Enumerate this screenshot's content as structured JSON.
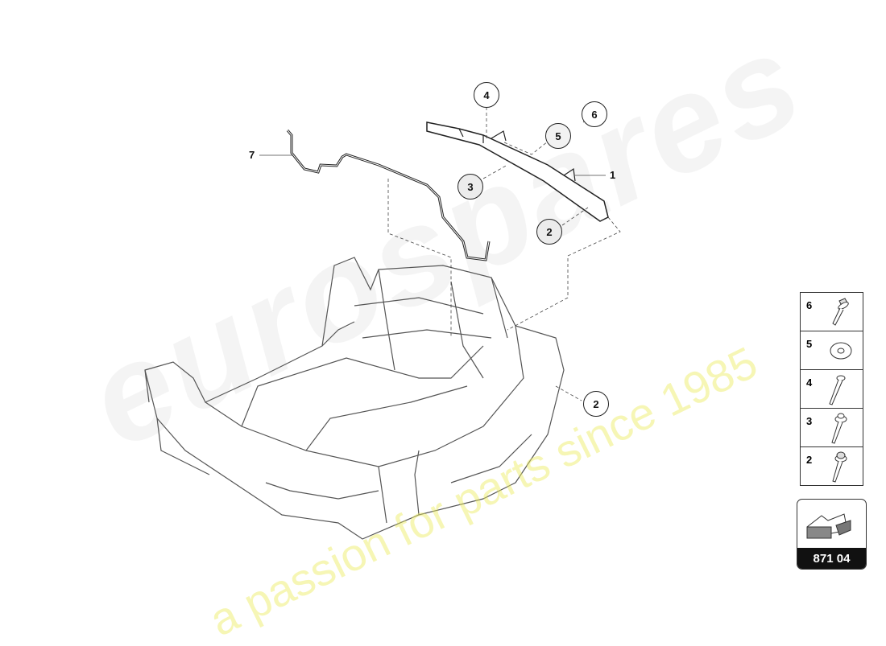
{
  "watermark": {
    "brand": "eurospares",
    "tagline": "a passion for parts since 1985"
  },
  "callouts": {
    "c1": "1",
    "c2a": "2",
    "c2b": "2",
    "c3": "3",
    "c4": "4",
    "c5": "5",
    "c6": "6",
    "c7": "7"
  },
  "legend": {
    "items": [
      {
        "number": "6",
        "icon": "flange-bolt-icon"
      },
      {
        "number": "5",
        "icon": "washer-icon"
      },
      {
        "number": "4",
        "icon": "hex-bolt-icon"
      },
      {
        "number": "3",
        "icon": "collar-bolt-icon"
      },
      {
        "number": "2",
        "icon": "torx-bolt-icon"
      }
    ]
  },
  "reference": {
    "code": "871 04",
    "icon": "arrow-direction-icon"
  },
  "colors": {
    "line": "#222222",
    "callout_fill_grey": "#e6e6e6",
    "ref_bg": "#111111"
  }
}
